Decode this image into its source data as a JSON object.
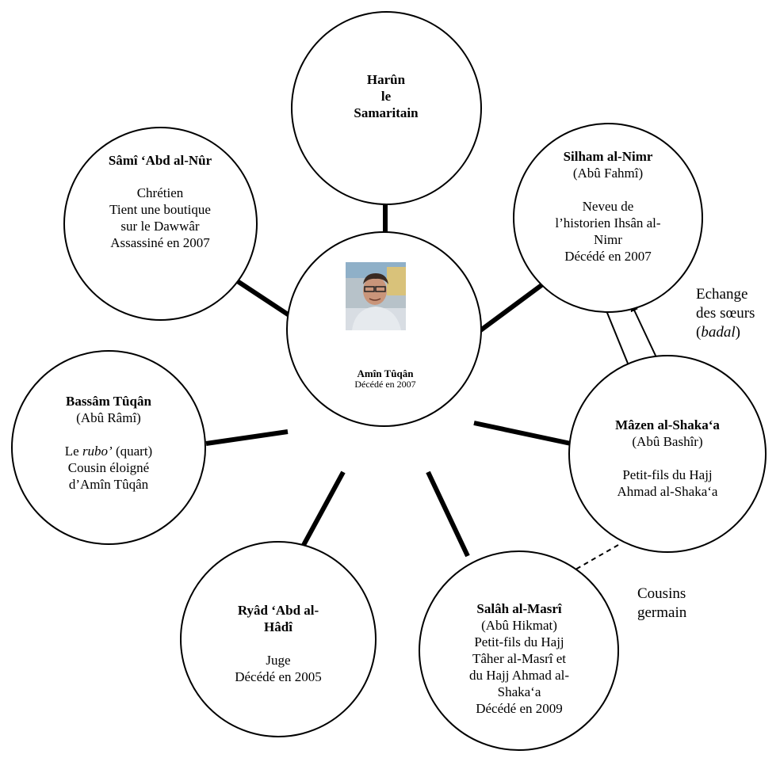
{
  "center": {
    "name": "Amîn Tûqân",
    "subtitle": "Décédé en 2007",
    "photo": "portrait-photo"
  },
  "nodes": {
    "harun": {
      "lines": [
        "Harûn",
        "le",
        "Samaritain"
      ]
    },
    "sami": {
      "name": "Sâmî ‘Abd al-Nûr",
      "lines": [
        "Chrétien",
        "Tient une boutique",
        "sur le Dawwâr",
        "Assassiné en 2007"
      ]
    },
    "silham": {
      "name": "Silham al-Nimr",
      "kunya": "(Abû Fahmî)",
      "lines": [
        "Neveu de",
        "l’historien Ihsân al-",
        "Nimr",
        "Décédé en 2007"
      ]
    },
    "bassam": {
      "name": "Bassâm Tûqân",
      "kunya": "(Abû Râmî)",
      "line1_prefix": "Le ",
      "line1_italic": "rubo’",
      "line1_suffix": " (quart)",
      "lines": [
        "Cousin éloigné",
        "d’Amîn Tûqân"
      ]
    },
    "mazen": {
      "name": "Mâzen al-Shaka‘a",
      "kunya": "(Abû Bashîr)",
      "lines": [
        "Petit-fils du Hajj",
        "Ahmad al-Shaka‘a"
      ]
    },
    "ryad": {
      "name_lines": [
        "Ryâd ‘Abd al-",
        "Hâdî"
      ],
      "lines": [
        "Juge",
        "Décédé en 2005"
      ]
    },
    "salah": {
      "name": "Salâh al-Masrî",
      "kunya": "(Abû Hikmat)",
      "lines": [
        "Petit-fils du Hajj",
        "Tâher al-Masrî et",
        "du Hajj Ahmad al-",
        "Shaka‘a",
        "Décédé en 2009"
      ]
    }
  },
  "labels": {
    "exchange": {
      "line1": "Echange",
      "line2": "des sœurs",
      "line3_open": "(",
      "line3_italic": "badal",
      "line3_close": ")"
    },
    "cousins": {
      "line1": "Cousins",
      "line2": "germain"
    }
  },
  "colors": {
    "line": "#000000",
    "background": "#ffffff"
  }
}
